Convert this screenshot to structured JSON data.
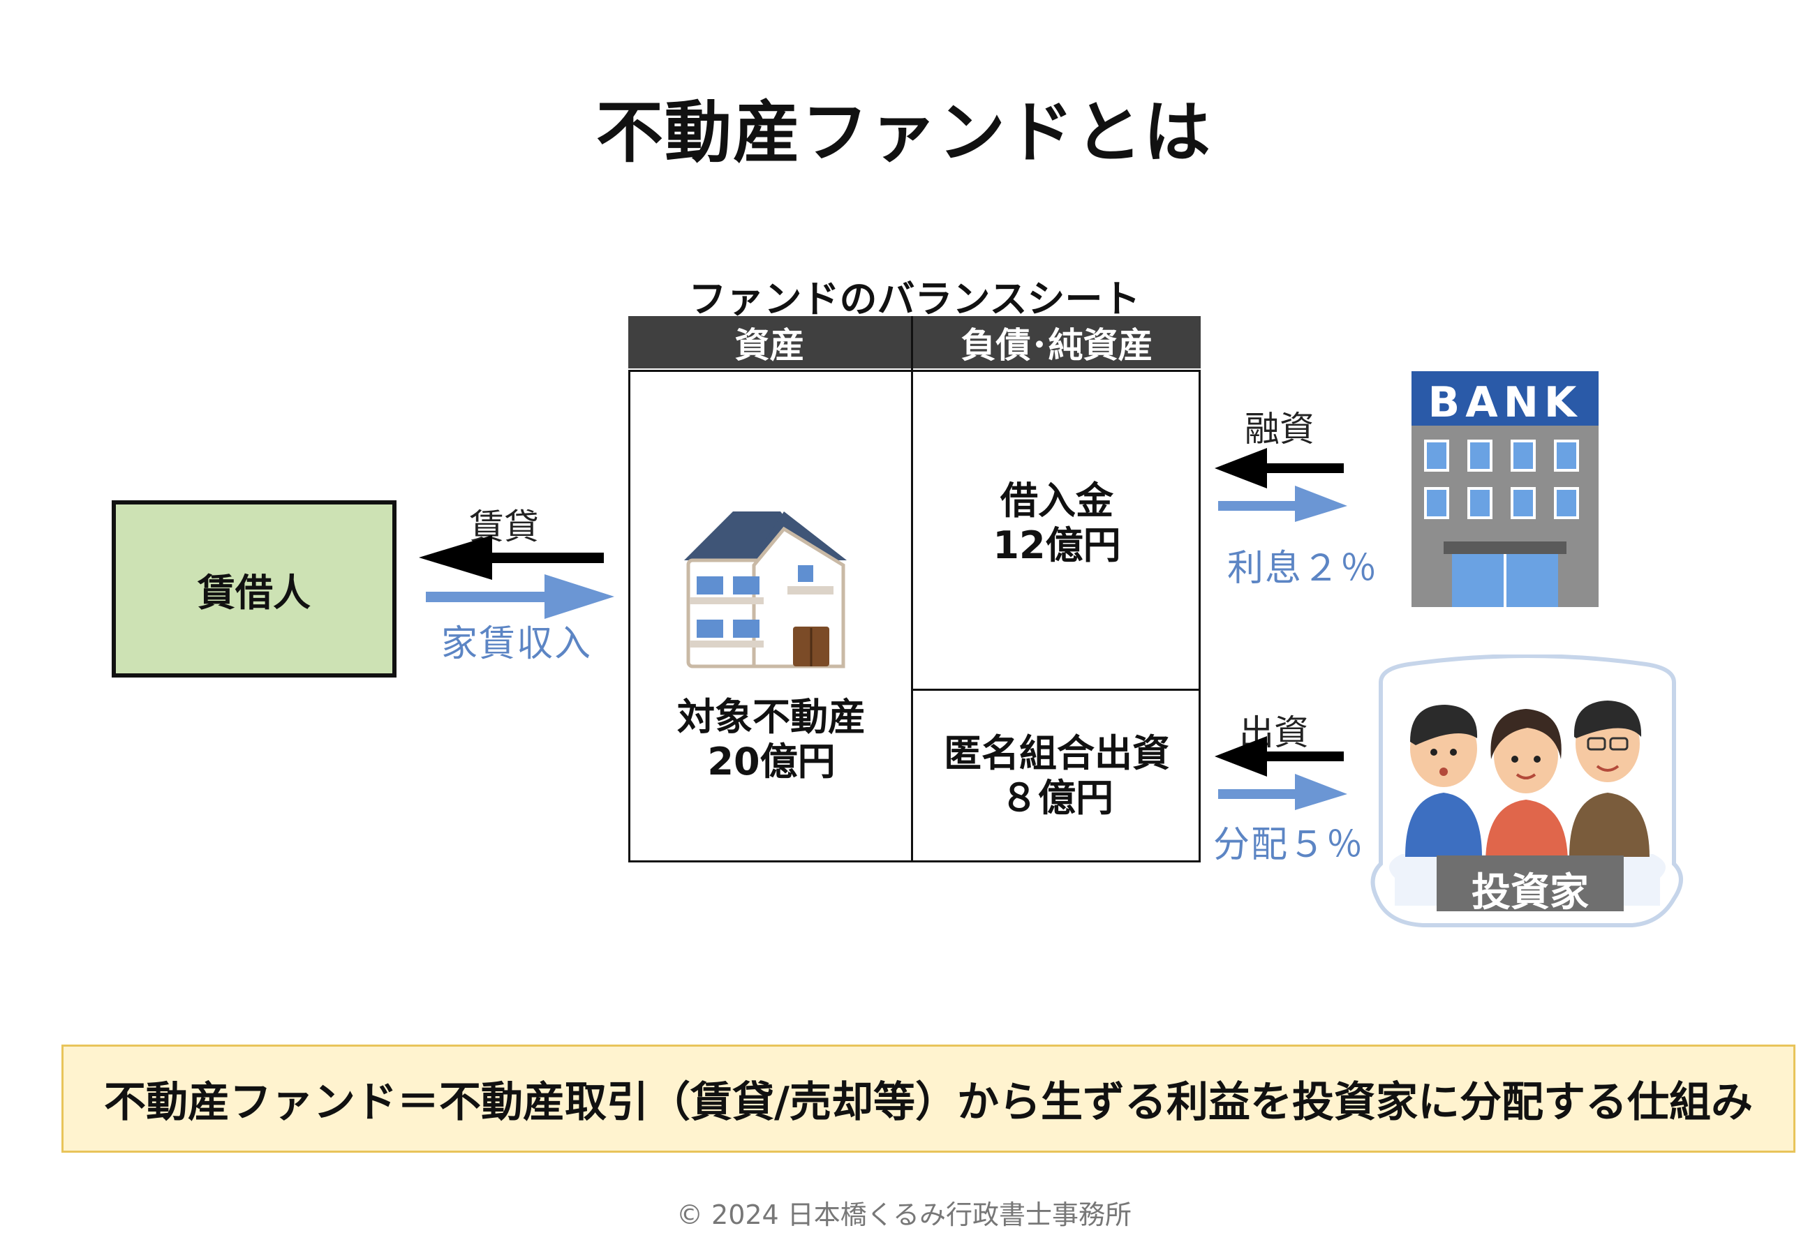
{
  "title": "不動産ファンドとは",
  "balance_sheet": {
    "caption": "ファンドのバランスシート",
    "col_assets": "資産",
    "col_liabilities": "負債･純資産",
    "asset_line1": "対象不動産",
    "asset_line2": "20億円",
    "loan_line1": "借入金",
    "loan_line2": "12億円",
    "equity_line1": "匿名組合出資",
    "equity_line2": "８億円"
  },
  "lessee": {
    "label": "賃借人",
    "lease_label": "賃貸",
    "rent_label": "家賃収入"
  },
  "bank": {
    "sign": "BANK",
    "loan_label": "融資",
    "interest_label": "利息２％"
  },
  "investor": {
    "badge": "投資家",
    "invest_label": "出資",
    "distribution_label": "分配５％"
  },
  "summary": "不動産ファンド＝不動産取引（賃貸/売却等）から生ずる利益を投資家に分配する仕組み",
  "copyright": "© 2024 日本橋くるみ行政書士事務所",
  "colors": {
    "blue_arrow": "#6b96d4",
    "black_arrow": "#000000",
    "lessee_fill": "#cde2b4",
    "summary_fill": "#fff3cf"
  }
}
